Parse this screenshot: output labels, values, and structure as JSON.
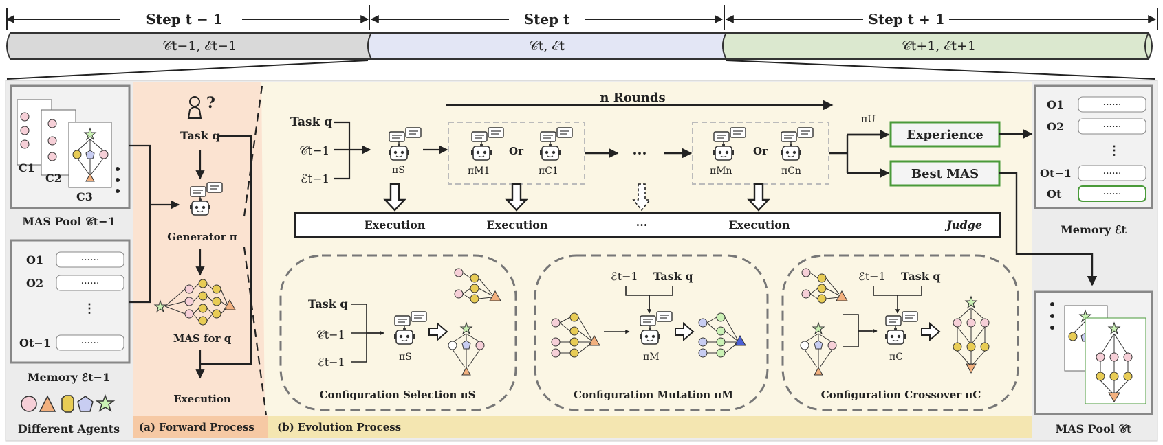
{
  "timeline": {
    "steps": [
      {
        "label": "Step t − 1",
        "state": "𝒞t−1, ℰt−1",
        "color": "#d9d9d9"
      },
      {
        "label": "Step t",
        "state": "𝒞t, ℰt",
        "color": "#e3e6f5"
      },
      {
        "label": "Step t + 1",
        "state": "𝒞t+1, ℰt+1",
        "color": "#dbe8cf"
      }
    ]
  },
  "left": {
    "mas_pool_label": "MAS Pool  𝒞t−1",
    "cards": [
      "C1",
      "C2",
      "C3"
    ],
    "memory_rows": [
      "O1",
      "O2",
      "Ot−1"
    ],
    "memory_cell": "······",
    "memory_label": "Memory  ℰt−1",
    "agents_label": "Different Agents"
  },
  "forward": {
    "task": "Task q",
    "generator": "Generator π",
    "mas_for": "MAS for q",
    "execution": "Execution",
    "panel_label": "(a) Forward Process"
  },
  "evolution": {
    "rounds_label": "n Rounds",
    "inputs": [
      "Task q",
      "𝒞t−1",
      "ℰt−1"
    ],
    "selection_policy": "πS",
    "or_label": "Or",
    "round1": [
      "πM1",
      "πC1"
    ],
    "roundn": [
      "πMn",
      "πCn"
    ],
    "ellipsis": "···",
    "execution_labels": [
      "Execution",
      "Execution",
      "···",
      "Execution"
    ],
    "judge": "Judge",
    "update_policy": "πU",
    "experience": "Experience",
    "best_mas": "Best MAS",
    "sub_panels": [
      {
        "title": "Configuration Selection πS",
        "policy": "πS",
        "inputs": [
          "Task q",
          "𝒞t−1",
          "ℰt−1"
        ]
      },
      {
        "title": "Configuration Mutation πM",
        "policy": "πM",
        "inputs": [
          "ℰt−1",
          "Task q"
        ]
      },
      {
        "title": "Configuration Crossover πC",
        "policy": "πC",
        "inputs": [
          "ℰt−1",
          "Task q"
        ]
      }
    ],
    "panel_label": "(b) Evolution Process"
  },
  "right": {
    "memory_rows": [
      "O1",
      "O2",
      "Ot−1",
      "Ot"
    ],
    "memory_cell": "······",
    "memory_label": "Memory  ℰt",
    "mas_pool_label": "MAS Pool  𝒞t"
  },
  "colors": {
    "pink": "#f6cfd7",
    "yellow": "#e8cc55",
    "orange": "#f2b07e",
    "blue": "#c8cdf2",
    "green": "#cbf2b5",
    "accent_green": "#4a9a3a",
    "forward_bg": "#fbe3d1",
    "evolution_bg": "#fbf6e4"
  }
}
